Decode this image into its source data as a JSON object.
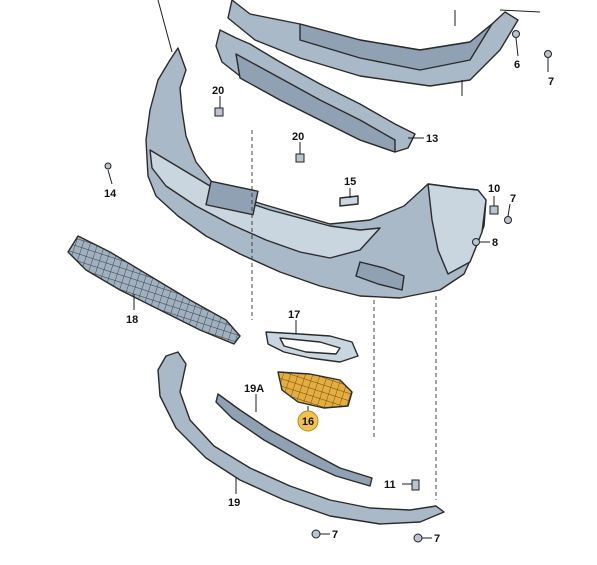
{
  "labels": {
    "part_6": "6",
    "part_7_top": "7",
    "part_7_right": "7",
    "part_7_bottom_left": "7",
    "part_7_bottom_right": "7",
    "part_8": "8",
    "part_10": "10",
    "part_11": "11",
    "part_13": "13",
    "part_14": "14",
    "part_15": "15",
    "part_16": "16",
    "part_17": "17",
    "part_18": "18",
    "part_19": "19",
    "part_19A": "19A",
    "part_20_top": "20",
    "part_20_mid": "20"
  },
  "colors": {
    "part_fill": "#a9b9c8",
    "highlight_part": "#e0a93a",
    "highlight_badge": "#f2c14e"
  }
}
